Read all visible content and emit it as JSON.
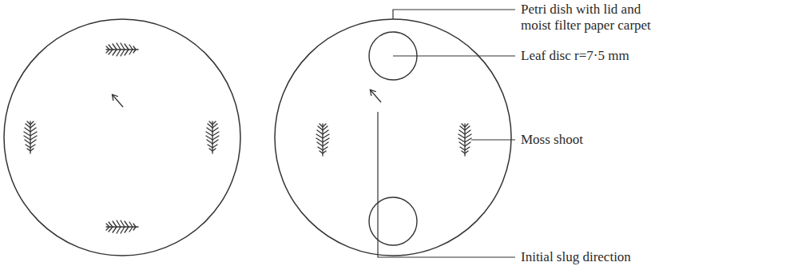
{
  "diagram": {
    "labels": [
      "Petri dish with lid and moist filter paper carpet",
      "Leaf disc r=7·5 mm",
      "Moss shoot",
      "Initial slug direction"
    ]
  }
}
